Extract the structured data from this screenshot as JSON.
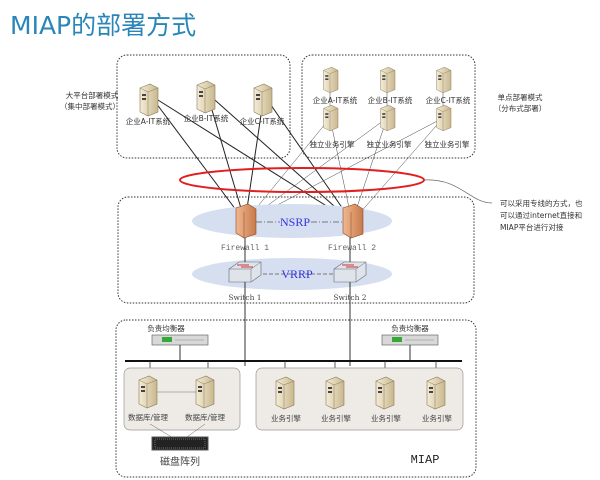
{
  "title": "MIAP的部署方式",
  "centralized": {
    "label1": "大平台部署模式",
    "label2": "（集中部署模式）",
    "servers": [
      "企业A-IT系统",
      "企业B-IT系统",
      "企业C-IT系统"
    ]
  },
  "distributed": {
    "label1": "单点部署模式",
    "label2": "（分布式部署）",
    "servers": [
      "企业A-IT系统",
      "企业B-IT系统",
      "企业C-IT系统"
    ],
    "engines": [
      "独立业务引擎",
      "独立业务引擎",
      "独立业务引擎"
    ]
  },
  "callout": [
    "可以采用专线的方式，也",
    "可以通过internet直接和",
    "MIAP平台进行对接"
  ],
  "network": {
    "nsrp": "NSRP",
    "vrrp": "VRRP",
    "firewalls": [
      "Firewall 1",
      "Firewall 2"
    ],
    "switches": [
      "Switch 1",
      "Switch 2"
    ]
  },
  "miap": {
    "label": "MIAP",
    "load_balancers": [
      "负责均衡器",
      "负责均衡器"
    ],
    "db_servers": [
      "数据库/管理",
      "数据库/管理"
    ],
    "disk_array": "磁盘阵列",
    "engines": [
      "业务引擎",
      "业务引擎",
      "业务引擎",
      "业务引擎"
    ]
  },
  "colors": {
    "title": "#2a86b8",
    "internet_ring": "#e02020",
    "protocol_text": "#3333dd",
    "ha_ellipse": "#d6dff0"
  }
}
